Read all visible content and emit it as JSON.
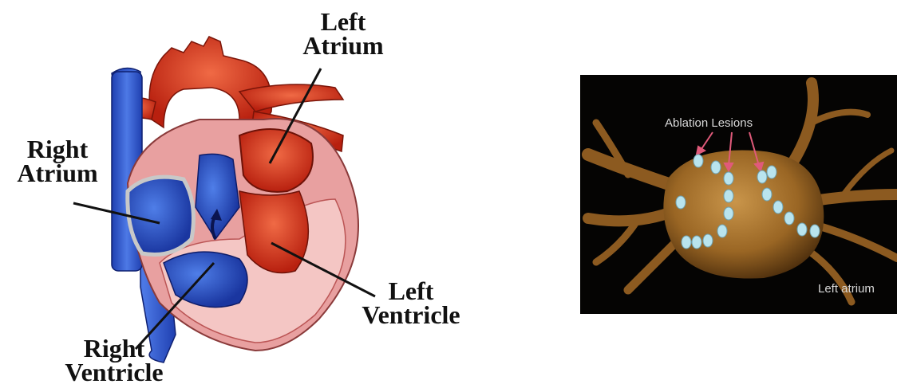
{
  "heart_diagram": {
    "labels": {
      "left_atrium": "Left\nAtrium",
      "right_atrium": "Right\nAtrium",
      "left_ventricle": "Left\nVentricle",
      "right_ventricle": "Right\nVentricle"
    },
    "colors": {
      "oxygen_poor": "#2b56c8",
      "oxygen_rich": "#d8321f",
      "muscle": "#f0b4b4"
    }
  },
  "ct_image": {
    "lesion_label": "Ablation Lesions",
    "chamber_label": "Left atrium",
    "colors": {
      "tissue": "#a8742a",
      "lesion_marker": "#b9e4ee",
      "pointer": "#e05a7a"
    }
  }
}
